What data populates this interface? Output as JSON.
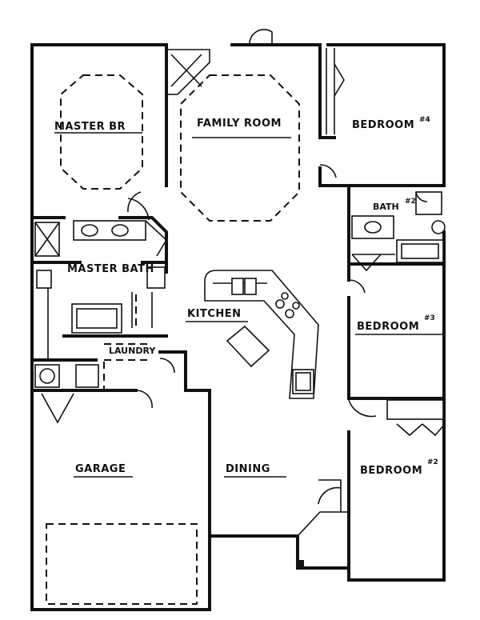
{
  "rooms": {
    "master_br": "MASTER BR",
    "family_room": "FAMILY ROOM",
    "bedroom4": "BEDROOM",
    "bedroom4_num": "#4",
    "bath2": "BATH",
    "bath2_num": "#2",
    "master_bath": "MASTER BATH",
    "kitchen": "KITCHEN",
    "bedroom3": "BEDROOM",
    "bedroom3_num": "#3",
    "laundry": "LAUNDRY",
    "garage": "GARAGE",
    "dining": "DINING",
    "bedroom2": "BEDROOM",
    "bedroom2_num": "#2"
  }
}
